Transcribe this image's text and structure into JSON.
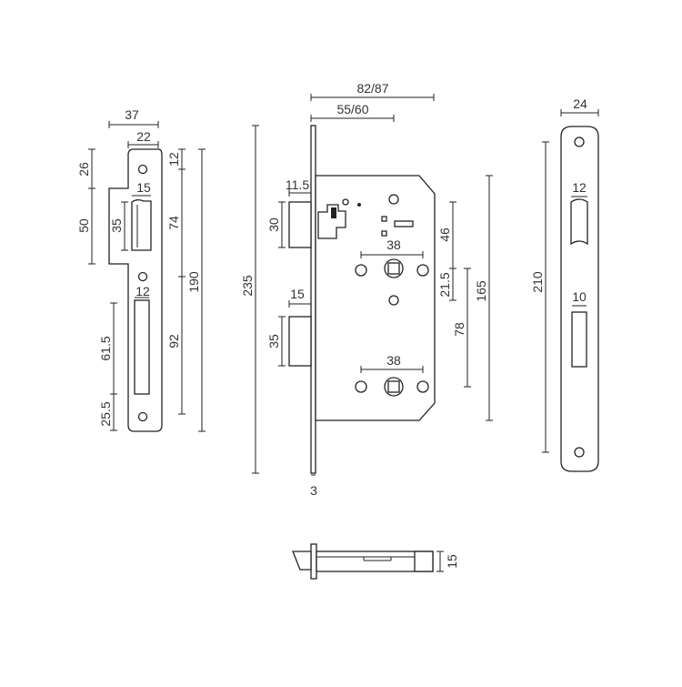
{
  "colors": {
    "line": "#222222",
    "text": "#333333",
    "background": "#ffffff"
  },
  "strike_plate": {
    "width_overall": "37",
    "width_plate": "22",
    "top_offset": "26",
    "cutout_height": "50",
    "latch_opening_width": "15",
    "latch_opening_height": "35",
    "top_hole_offset": "12",
    "upper_span": "74",
    "total_height": "190",
    "bolt_opening_width": "12",
    "bolt_opening_height": "61.5",
    "bottom_offset": "25.5",
    "lower_span": "92"
  },
  "lock_body": {
    "backset_overall": "82/87",
    "backset": "55/60",
    "latch_projection": "11.5",
    "latch_height": "30",
    "deadbolt_projection": "15",
    "deadbolt_height": "35",
    "faceplate_height": "235",
    "faceplate_thickness": "3",
    "spindle_spacing_top": "38",
    "spindle_spacing_bottom": "38",
    "dim_46": "46",
    "dim_21_5": "21.5",
    "dim_78": "78",
    "case_height": "165"
  },
  "faceplate": {
    "width": "24",
    "height": "210",
    "latch_opening": "12",
    "bolt_opening": "10"
  },
  "side_view": {
    "thickness": "15"
  }
}
